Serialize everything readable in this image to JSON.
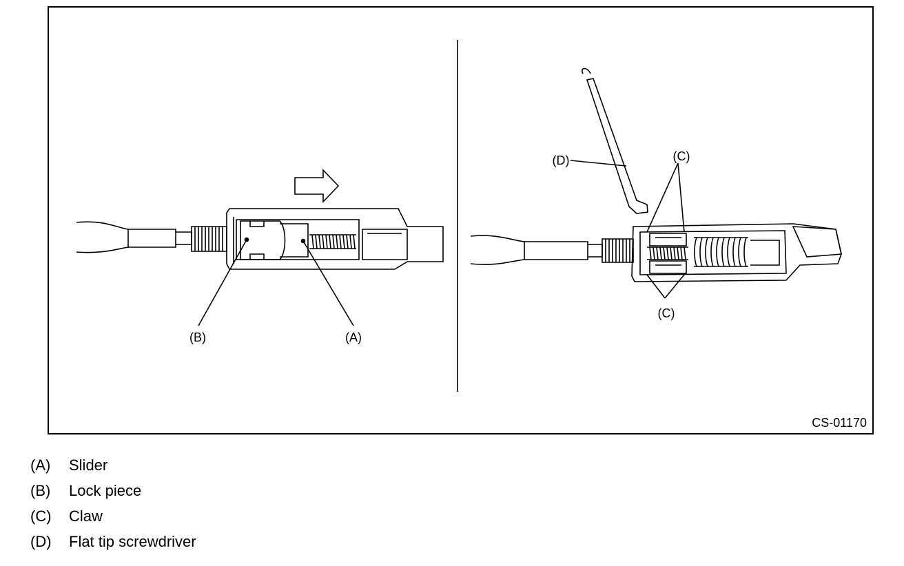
{
  "figure": {
    "id": "CS-01170",
    "callouts": {
      "A": "(A)",
      "B": "(B)",
      "C_top": "(C)",
      "C_bottom": "(C)",
      "D": "(D)"
    }
  },
  "legend": [
    {
      "key": "(A)",
      "text": "Slider"
    },
    {
      "key": "(B)",
      "text": "Lock piece"
    },
    {
      "key": "(C)",
      "text": "Claw"
    },
    {
      "key": "(D)",
      "text": "Flat tip screwdriver"
    }
  ],
  "colors": {
    "line": "#000000",
    "background": "#ffffff"
  }
}
